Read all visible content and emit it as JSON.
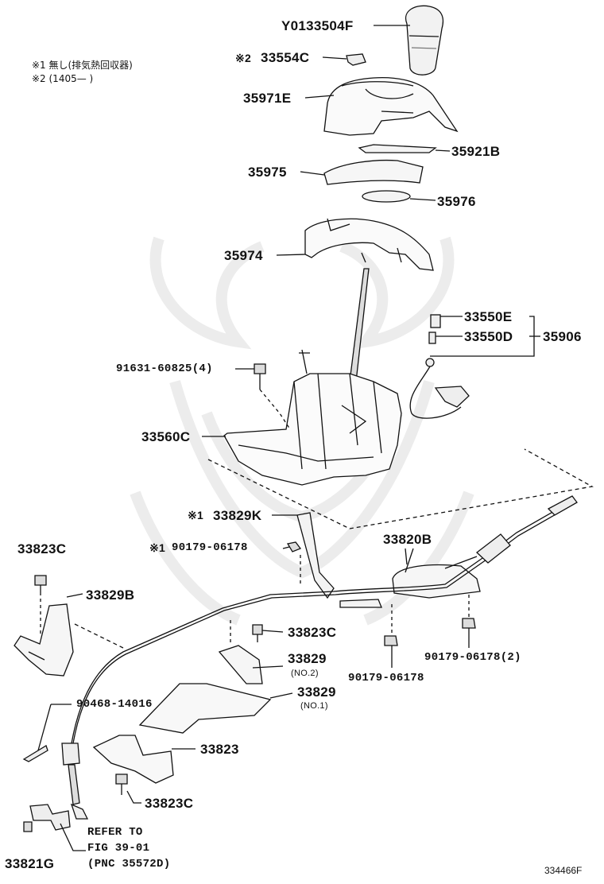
{
  "notes": {
    "note1": "※1 無し(排気熱回収器)",
    "note2": "※2 (1405—      )"
  },
  "parts": {
    "knob": "Y0133504F",
    "p33554c_mark": "※2",
    "p33554c": "33554C",
    "p35971e": "35971E",
    "p35921b": "35921B",
    "p35975": "35975",
    "p35976": "35976",
    "p35974": "35974",
    "p33550e": "33550E",
    "p33550d": "33550D",
    "p35906": "35906",
    "bolt_9163": "91631-60825(4)",
    "p33560c": "33560C",
    "p33829k_mark": "※1",
    "p33829k": "33829K",
    "p90179_mark": "※1",
    "p90179_a": "90179-06178",
    "p33820b": "33820B",
    "p33823c_a": "33823C",
    "p33829b": "33829B",
    "p33823c_b": "33823C",
    "p33829_no2": "33829",
    "no2": "(NO.2)",
    "p90179_b": "90179-06178",
    "p90179_c": "90179-06178(2)",
    "p90468": "90468-14016",
    "p33829_no1": "33829",
    "no1": "(NO.1)",
    "p33823": "33823",
    "p33823c_c": "33823C",
    "refer1": "REFER TO",
    "refer2": "FIG 39-01",
    "refer3": "(PNC 35572D)",
    "p33821g": "33821G"
  },
  "figure_id": "334466F"
}
